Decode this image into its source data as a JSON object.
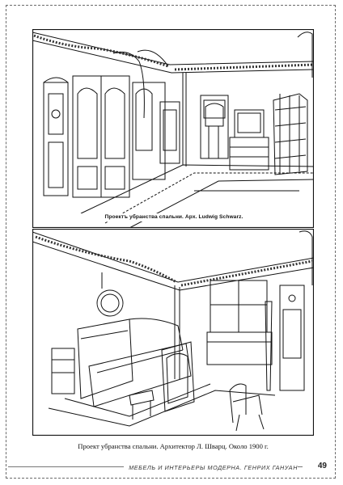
{
  "figures": {
    "top": {
      "caption": "Проектъ убранства спальни. Арх. Ludwig Schwarz."
    },
    "bottom": {
      "caption": "Проект убранства спальни. Архитектор Л. Шварц. Около 1900 г."
    }
  },
  "footer": {
    "running_title": "МЕБЕЛЬ И ИНТЕРЬЕРЫ МОДЕРНА. ГЕНРИХ ГАНУАН",
    "page_number": "49"
  },
  "colors": {
    "ink": "#111111",
    "frame": "#6b6b6b",
    "paper": "#ffffff"
  }
}
